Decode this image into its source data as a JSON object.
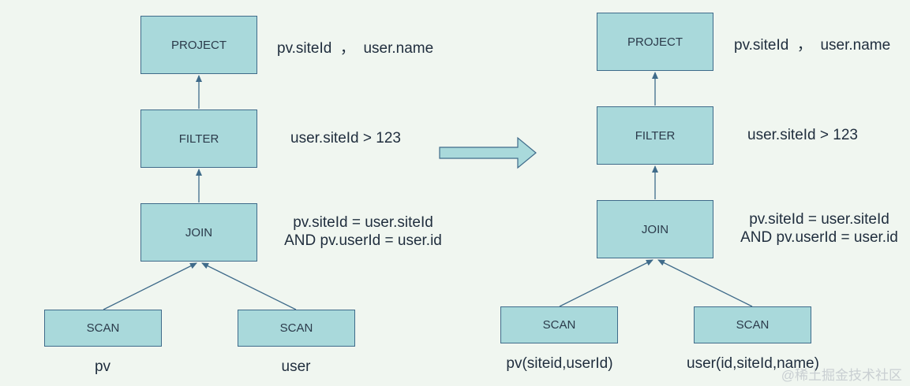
{
  "colors": {
    "node_fill": "#a9d9db",
    "node_border": "#3f6b8a",
    "edge": "#3f6b8a",
    "background": "#f0f6f0"
  },
  "left": {
    "project": "PROJECT",
    "project_expr": "pv.siteId  ，  user.name",
    "filter": "FILTER",
    "filter_expr": "user.siteId > 123",
    "join": "JOIN",
    "join_expr_1": "pv.siteId = user.siteId",
    "join_expr_2": "AND pv.userId = user.id",
    "scan_left": "SCAN",
    "scan_right": "SCAN",
    "scan_left_table": "pv",
    "scan_right_table": "user"
  },
  "right": {
    "project": "PROJECT",
    "project_expr": "pv.siteId  ，  user.name",
    "filter": "FILTER",
    "filter_expr": "user.siteId > 123",
    "join": "JOIN",
    "join_expr_1": "pv.siteId = user.siteId",
    "join_expr_2": "AND pv.userId = user.id",
    "scan_left": "SCAN",
    "scan_right": "SCAN",
    "scan_left_table": "pv(siteid,userId)",
    "scan_right_table": "user(id,siteId,name)"
  },
  "watermark": "@稀土掘金技术社区"
}
